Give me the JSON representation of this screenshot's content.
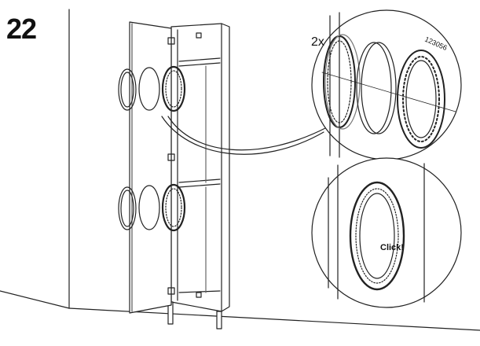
{
  "step": {
    "number": "22"
  },
  "callout_top": {
    "quantity": "2x",
    "part_number": "123056"
  },
  "callout_bottom": {
    "click_label": "Click!"
  }
}
